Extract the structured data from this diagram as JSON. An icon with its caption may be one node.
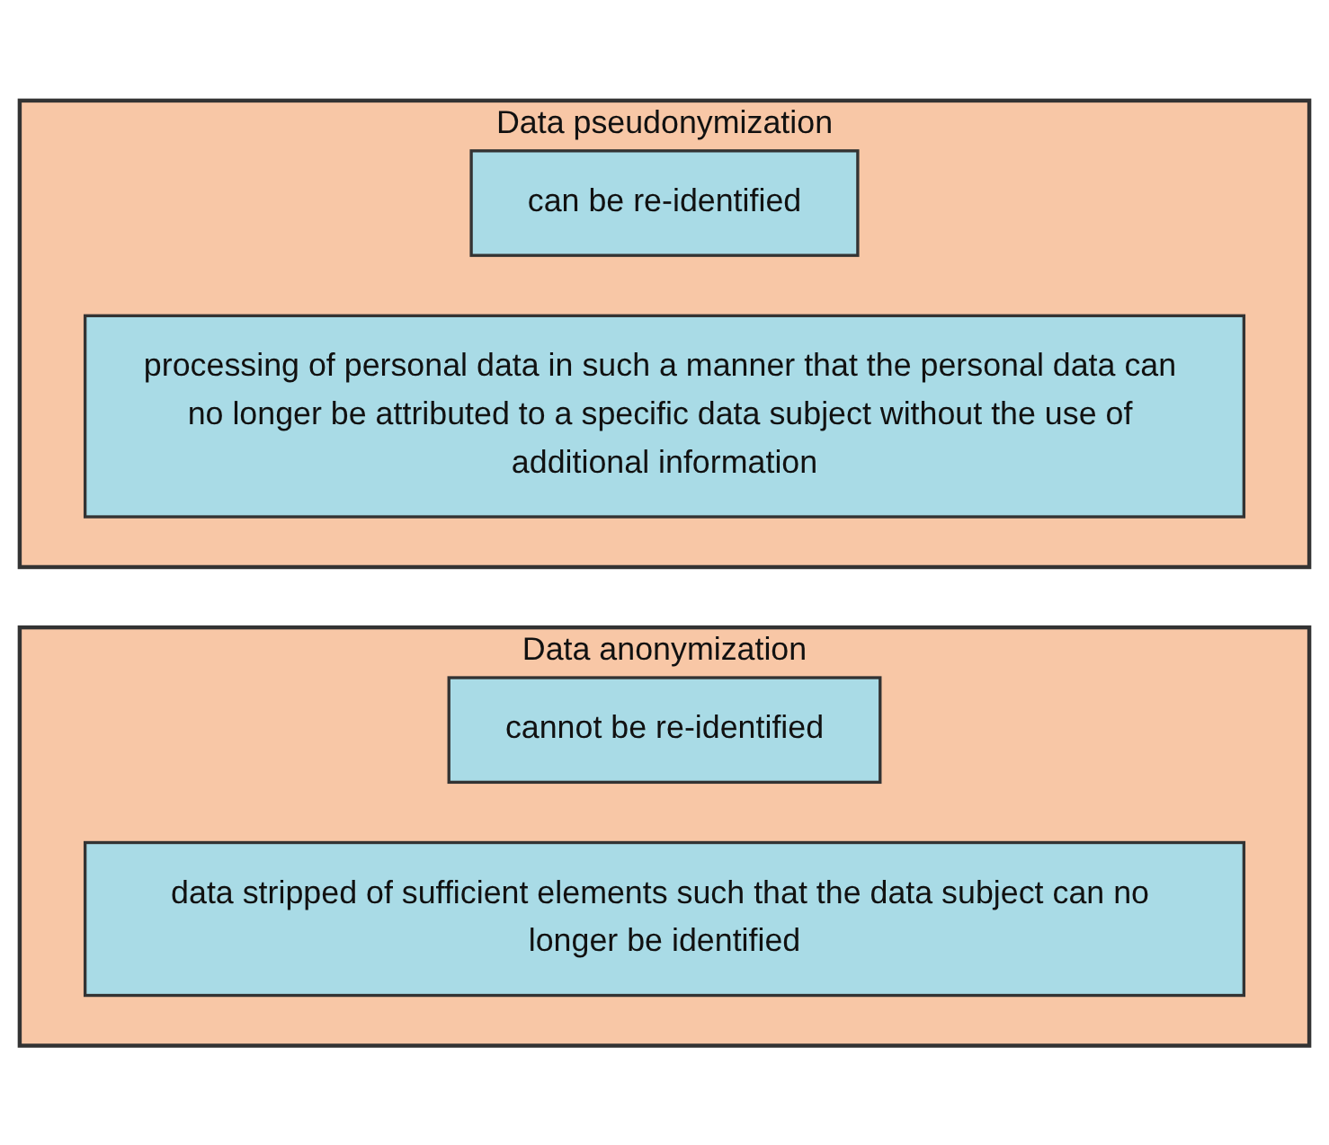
{
  "diagram": {
    "nodes": [
      {
        "text": [
          "Data anonymization"
        ]
      },
      {
        "text": [
          "cannot be re-identified"
        ],
        "in": 0
      },
      {
        "text": [
          "data stripped of sufficient elements such that the data subject can no longer be identified"
        ],
        "in": 0
      },
      {
        "text": [
          "Data pseudonymization"
        ]
      },
      {
        "text": [
          "can be re-identified"
        ],
        "in": 3
      },
      {
        "text": [
          "processing of personal data in such a manner that the personal data can no longer be attributed to a specific data subject without the use of additional information"
        ],
        "in": 3
      }
    ]
  }
}
